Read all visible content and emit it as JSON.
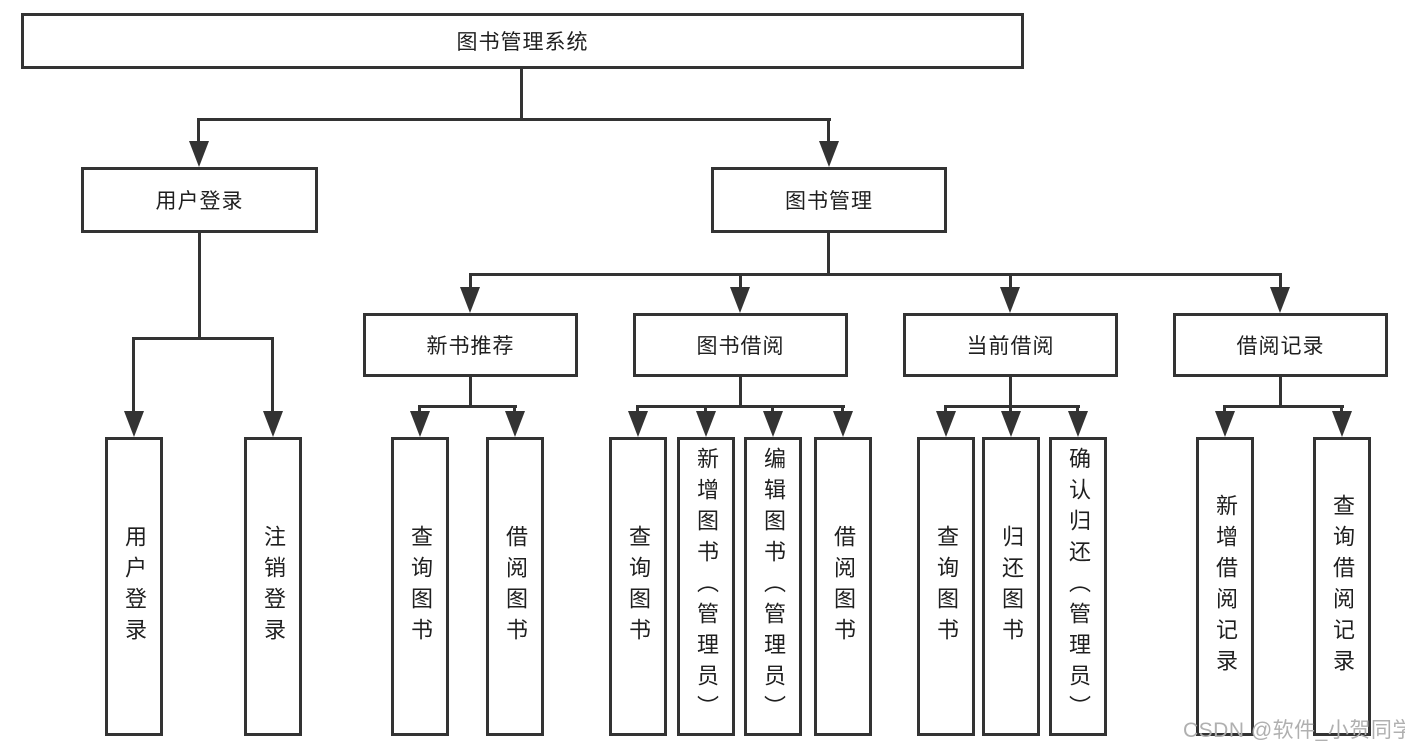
{
  "diagram": {
    "type": "function-structure-tree",
    "title": "图书管理系统",
    "hierarchy": {
      "图书管理系统": {
        "用户登录": [
          "用户登录",
          "注销登录"
        ],
        "图书管理": {
          "新书推荐": [
            "查询图书",
            "借阅图书"
          ],
          "图书借阅": [
            "查询图书",
            "新增图书（管理员）",
            "编辑图书（管理员）",
            "借阅图书"
          ],
          "当前借阅": [
            "查询图书",
            "归还图书",
            "确认归还（管理员）"
          ],
          "借阅记录": [
            "新增借阅记录",
            "查询借阅记录"
          ]
        }
      }
    }
  },
  "nodes": {
    "root": "图书管理系统",
    "user_login": "用户登录",
    "book_management": "图书管理",
    "login": "用户登录",
    "logout": "注销登录",
    "new_books": "新书推荐",
    "book_borrowing": "图书借阅",
    "current_borrowing": "当前借阅",
    "borrow_records": "借阅记录",
    "nb_query_books": "查询图书",
    "nb_borrow_books": "借阅图书",
    "bb_query_books": "查询图书",
    "bb_add_books": "新增图书（管理员）",
    "bb_edit_books": "编辑图书（管理员）",
    "bb_borrow_books": "借阅图书",
    "cb_query_books": "查询图书",
    "cb_return_books": "归还图书",
    "cb_confirm_return": "确认归还（管理员）",
    "br_add_record": "新增借阅记录",
    "br_query_record": "查询借阅记录"
  },
  "watermark": "CSDN @软件_小贺同学",
  "colors": {
    "line": "#333333",
    "text": "#1f1f1f",
    "background": "#ffffff",
    "watermark": "#b0b0b0"
  }
}
